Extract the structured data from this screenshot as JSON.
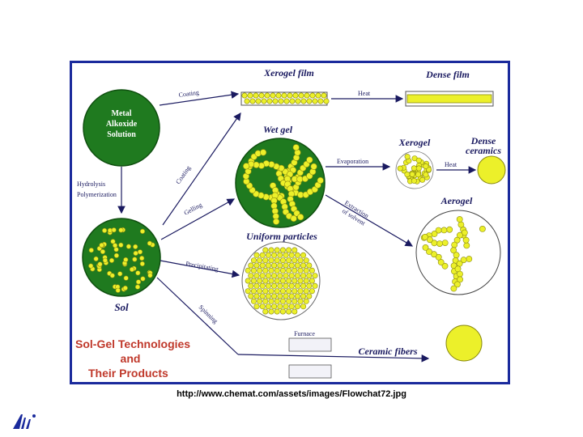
{
  "diagram": {
    "nodes": {
      "metal_alkoxide": [
        "Metal",
        "Alkoxide",
        "Solution"
      ],
      "sol": "Sol",
      "xerogel_film": "Xerogel film",
      "dense_film": "Dense film",
      "wet_gel": "Wet gel",
      "xerogel": "Xerogel",
      "dense_ceramics": [
        "Dense",
        "ceramics"
      ],
      "aerogel": "Aerogel",
      "uniform_particles": "Uniform particles",
      "ceramic_fibers": "Ceramic fibers",
      "furnace": "Furnace"
    },
    "edges": {
      "hydrolysis": [
        "Hydrolysis",
        "Polymerization"
      ],
      "coating_top": "Coating",
      "coating_mid": "Coating",
      "gelling": "Gelling",
      "precipitating": "Precipitating",
      "spinning": "Spinning",
      "heat_film": "Heat",
      "evaporation": "Evaporation",
      "heat_xerogel": "Heat",
      "extraction": [
        "Extraction",
        "of solvent"
      ]
    },
    "title": [
      "Sol-Gel Technologies",
      "and",
      "Their Products"
    ]
  },
  "source_url": "http://www.chemat.com/assets/images/Flowchat72.jpg",
  "colors": {
    "frame": "#1a2a9c",
    "dark_green": "#1f7a1f",
    "particle_yellow": "#ecf02a",
    "particle_stroke": "#8a8a10",
    "label_navy": "#1a1a60",
    "title_red": "#c0392b"
  }
}
